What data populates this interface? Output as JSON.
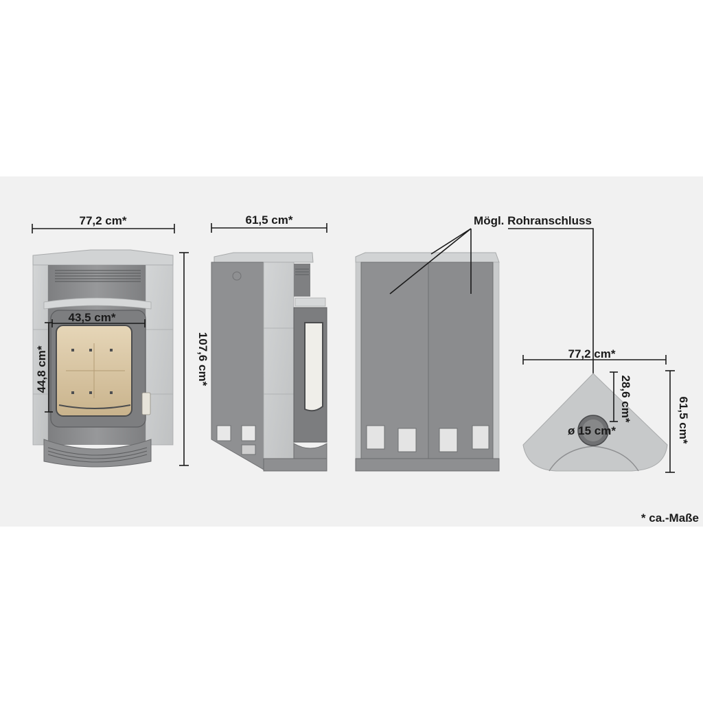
{
  "front_view": {
    "width_label": "77,2 cm*",
    "height_label": "107,6 cm*",
    "window_width_label": "43,5 cm*",
    "window_height_label": "44,8 cm*"
  },
  "side_view": {
    "depth_label": "61,5 cm*"
  },
  "rear_view": {
    "connection_label": "Mögl. Rohranschluss"
  },
  "plan_view": {
    "width_label": "77,2 cm*",
    "depth_label": "61,5 cm*",
    "pipe_offset_label": "28,6 cm*",
    "pipe_diameter_label": "ø 15 cm*"
  },
  "footnote": "* ca.-Maße",
  "colors": {
    "panel_background": "#f1f1f1",
    "stone": "#c9cbcc",
    "steel": "#8d8e90",
    "steel_dark": "#6f7072",
    "firebox": "#dcc9a6",
    "line": "#1a1a1a"
  }
}
